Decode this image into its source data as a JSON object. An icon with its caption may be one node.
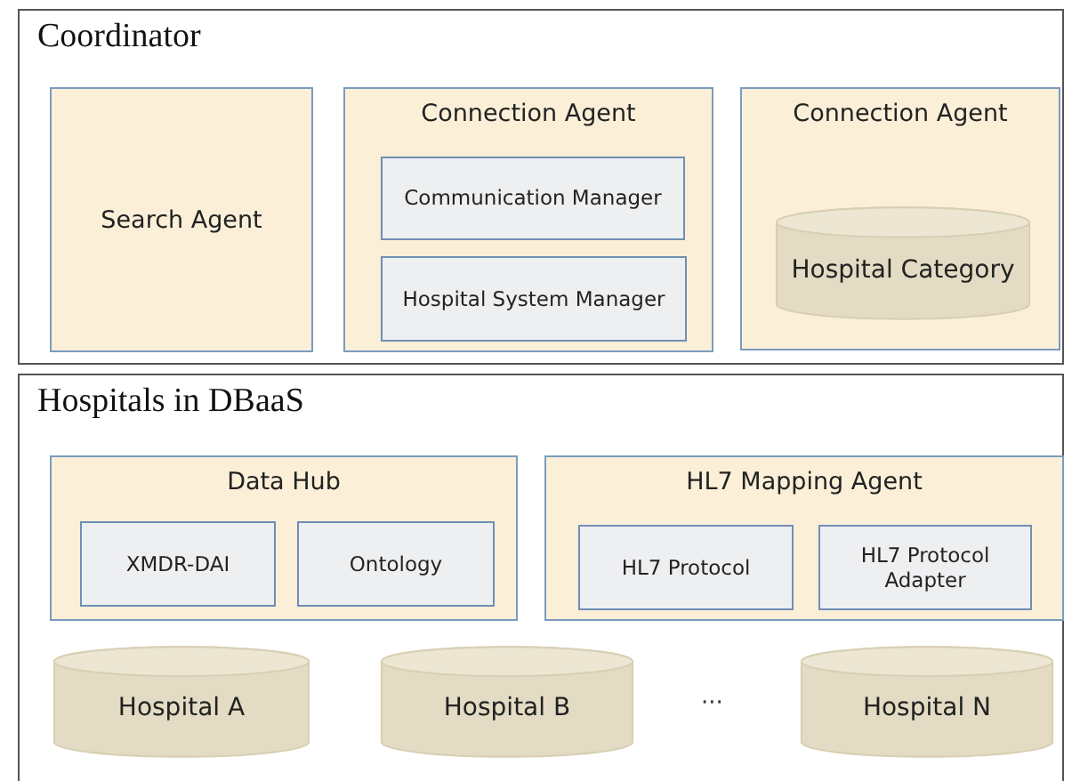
{
  "diagram": {
    "nodes": [
      {
        "text": [
          "Coordinator"
        ]
      },
      {
        "text": [
          "Search Agent"
        ],
        "in": 0
      },
      {
        "text": [
          "Connection Agent"
        ],
        "in": 0
      },
      {
        "text": [
          "Communication Manager"
        ],
        "in": 2
      },
      {
        "text": [
          "Hospital System Manager"
        ],
        "in": 2
      },
      {
        "text": [
          "Connection Agent"
        ],
        "in": 0
      },
      {
        "text": [
          "Hospital Category"
        ],
        "in": 5
      },
      {
        "text": [
          "Hospitals in DBaaS"
        ]
      },
      {
        "text": [
          "Data Hub"
        ],
        "in": 7
      },
      {
        "text": [
          "XMDR-DAI"
        ],
        "in": 8
      },
      {
        "text": [
          "Ontology"
        ],
        "in": 8
      },
      {
        "text": [
          "HL7 Mapping Agent"
        ],
        "in": 7
      },
      {
        "text": [
          "HL7 Protocol"
        ],
        "in": 11
      },
      {
        "text": [
          "HL7 Protocol Adapter"
        ],
        "in": 11
      },
      {
        "text": [
          "Hospital A"
        ],
        "in": 7
      },
      {
        "text": [
          "Hospital B"
        ],
        "in": 7
      },
      {
        "text": [
          "Hospital N"
        ],
        "in": 7
      }
    ],
    "labels": [
      "···"
    ]
  }
}
